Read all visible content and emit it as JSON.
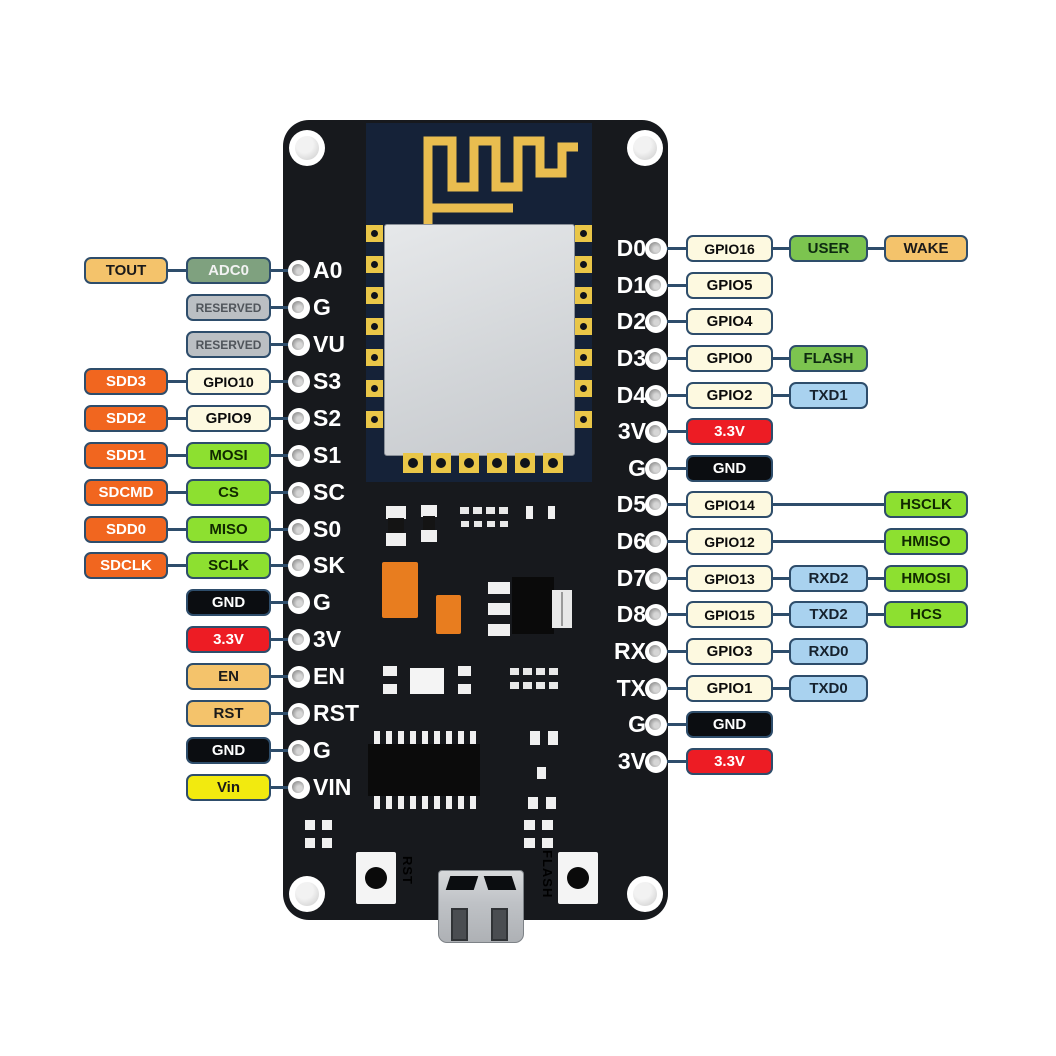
{
  "colors": {
    "tan": "#f4c36b",
    "sage": "#7fa17f",
    "gray": "#bbbfc3",
    "orange": "#f1661f",
    "cream": "#fdf9e0",
    "lime": "#8de030",
    "green": "#7cc44f",
    "black": "#0b0d11",
    "red": "#ed1c24",
    "yellow": "#f2ea0f",
    "blue": "#a9d2ef",
    "connector_line": "#2e4d6b",
    "board": "#17191d",
    "module_pcb": "#152238",
    "antenna_gold": "#e9bd4f"
  },
  "left_pins": [
    {
      "pin": "A0",
      "badges": [
        {
          "label": "TOUT",
          "color": "tan",
          "col": 0
        },
        {
          "label": "ADC0",
          "color": "sage",
          "col": 1
        }
      ]
    },
    {
      "pin": "G",
      "badges": [
        {
          "label": "RESERVED",
          "color": "gray",
          "col": 1
        }
      ]
    },
    {
      "pin": "VU",
      "badges": [
        {
          "label": "RESERVED",
          "color": "gray",
          "col": 1
        }
      ]
    },
    {
      "pin": "S3",
      "badges": [
        {
          "label": "SDD3",
          "color": "orange",
          "col": 0
        },
        {
          "label": "GPIO10",
          "color": "cream",
          "col": 1
        }
      ]
    },
    {
      "pin": "S2",
      "badges": [
        {
          "label": "SDD2",
          "color": "orange",
          "col": 0
        },
        {
          "label": "GPIO9",
          "color": "cream",
          "col": 1
        }
      ]
    },
    {
      "pin": "S1",
      "badges": [
        {
          "label": "SDD1",
          "color": "orange",
          "col": 0
        },
        {
          "label": "MOSI",
          "color": "lime",
          "col": 1
        }
      ]
    },
    {
      "pin": "SC",
      "badges": [
        {
          "label": "SDCMD",
          "color": "orange",
          "col": 0
        },
        {
          "label": "CS",
          "color": "lime",
          "col": 1
        }
      ]
    },
    {
      "pin": "S0",
      "badges": [
        {
          "label": "SDD0",
          "color": "orange",
          "col": 0
        },
        {
          "label": "MISO",
          "color": "lime",
          "col": 1
        }
      ]
    },
    {
      "pin": "SK",
      "badges": [
        {
          "label": "SDCLK",
          "color": "orange",
          "col": 0
        },
        {
          "label": "SCLK",
          "color": "lime",
          "col": 1
        }
      ]
    },
    {
      "pin": "G",
      "badges": [
        {
          "label": "GND",
          "color": "black",
          "col": 1
        }
      ]
    },
    {
      "pin": "3V",
      "badges": [
        {
          "label": "3.3V",
          "color": "red",
          "col": 1
        }
      ]
    },
    {
      "pin": "EN",
      "badges": [
        {
          "label": "EN",
          "color": "tan",
          "col": 1
        }
      ]
    },
    {
      "pin": "RST",
      "badges": [
        {
          "label": "RST",
          "color": "tan",
          "col": 1
        }
      ]
    },
    {
      "pin": "G",
      "badges": [
        {
          "label": "GND",
          "color": "black",
          "col": 1
        }
      ]
    },
    {
      "pin": "VIN",
      "badges": [
        {
          "label": "Vin",
          "color": "yellow",
          "col": 1
        }
      ]
    }
  ],
  "right_pins": [
    {
      "pin": "D0",
      "badges": [
        {
          "label": "GPIO16",
          "color": "cream",
          "col": 0
        },
        {
          "label": "USER",
          "color": "green",
          "col": 1
        },
        {
          "label": "WAKE",
          "color": "tan",
          "col": 2
        }
      ]
    },
    {
      "pin": "D1",
      "badges": [
        {
          "label": "GPIO5",
          "color": "cream",
          "col": 0
        }
      ]
    },
    {
      "pin": "D2",
      "badges": [
        {
          "label": "GPIO4",
          "color": "cream",
          "col": 0
        }
      ]
    },
    {
      "pin": "D3",
      "badges": [
        {
          "label": "GPIO0",
          "color": "cream",
          "col": 0
        },
        {
          "label": "FLASH",
          "color": "green",
          "col": 1
        }
      ]
    },
    {
      "pin": "D4",
      "badges": [
        {
          "label": "GPIO2",
          "color": "cream",
          "col": 0
        },
        {
          "label": "TXD1",
          "color": "blue",
          "col": 1
        }
      ]
    },
    {
      "pin": "3V",
      "badges": [
        {
          "label": "3.3V",
          "color": "red",
          "col": 0
        }
      ]
    },
    {
      "pin": "G",
      "badges": [
        {
          "label": "GND",
          "color": "black",
          "col": 0
        }
      ]
    },
    {
      "pin": "D5",
      "badges": [
        {
          "label": "GPIO14",
          "color": "cream",
          "col": 0
        },
        {
          "label": "HSCLK",
          "color": "lime",
          "col": 2
        }
      ]
    },
    {
      "pin": "D6",
      "badges": [
        {
          "label": "GPIO12",
          "color": "cream",
          "col": 0
        },
        {
          "label": "HMISO",
          "color": "lime",
          "col": 2
        }
      ]
    },
    {
      "pin": "D7",
      "badges": [
        {
          "label": "GPIO13",
          "color": "cream",
          "col": 0
        },
        {
          "label": "RXD2",
          "color": "blue",
          "col": 1
        },
        {
          "label": "HMOSI",
          "color": "lime",
          "col": 2
        }
      ]
    },
    {
      "pin": "D8",
      "badges": [
        {
          "label": "GPIO15",
          "color": "cream",
          "col": 0
        },
        {
          "label": "TXD2",
          "color": "blue",
          "col": 1
        },
        {
          "label": "HCS",
          "color": "lime",
          "col": 2
        }
      ]
    },
    {
      "pin": "RX",
      "badges": [
        {
          "label": "GPIO3",
          "color": "cream",
          "col": 0
        },
        {
          "label": "RXD0",
          "color": "blue",
          "col": 1
        }
      ]
    },
    {
      "pin": "TX",
      "badges": [
        {
          "label": "GPIO1",
          "color": "cream",
          "col": 0
        },
        {
          "label": "TXD0",
          "color": "blue",
          "col": 1
        }
      ]
    },
    {
      "pin": "G",
      "badges": [
        {
          "label": "GND",
          "color": "black",
          "col": 0
        }
      ]
    },
    {
      "pin": "3V",
      "badges": [
        {
          "label": "3.3V",
          "color": "red",
          "col": 0
        }
      ]
    }
  ],
  "board": {
    "rst_button": "RST",
    "flash_button": "FLASH"
  }
}
